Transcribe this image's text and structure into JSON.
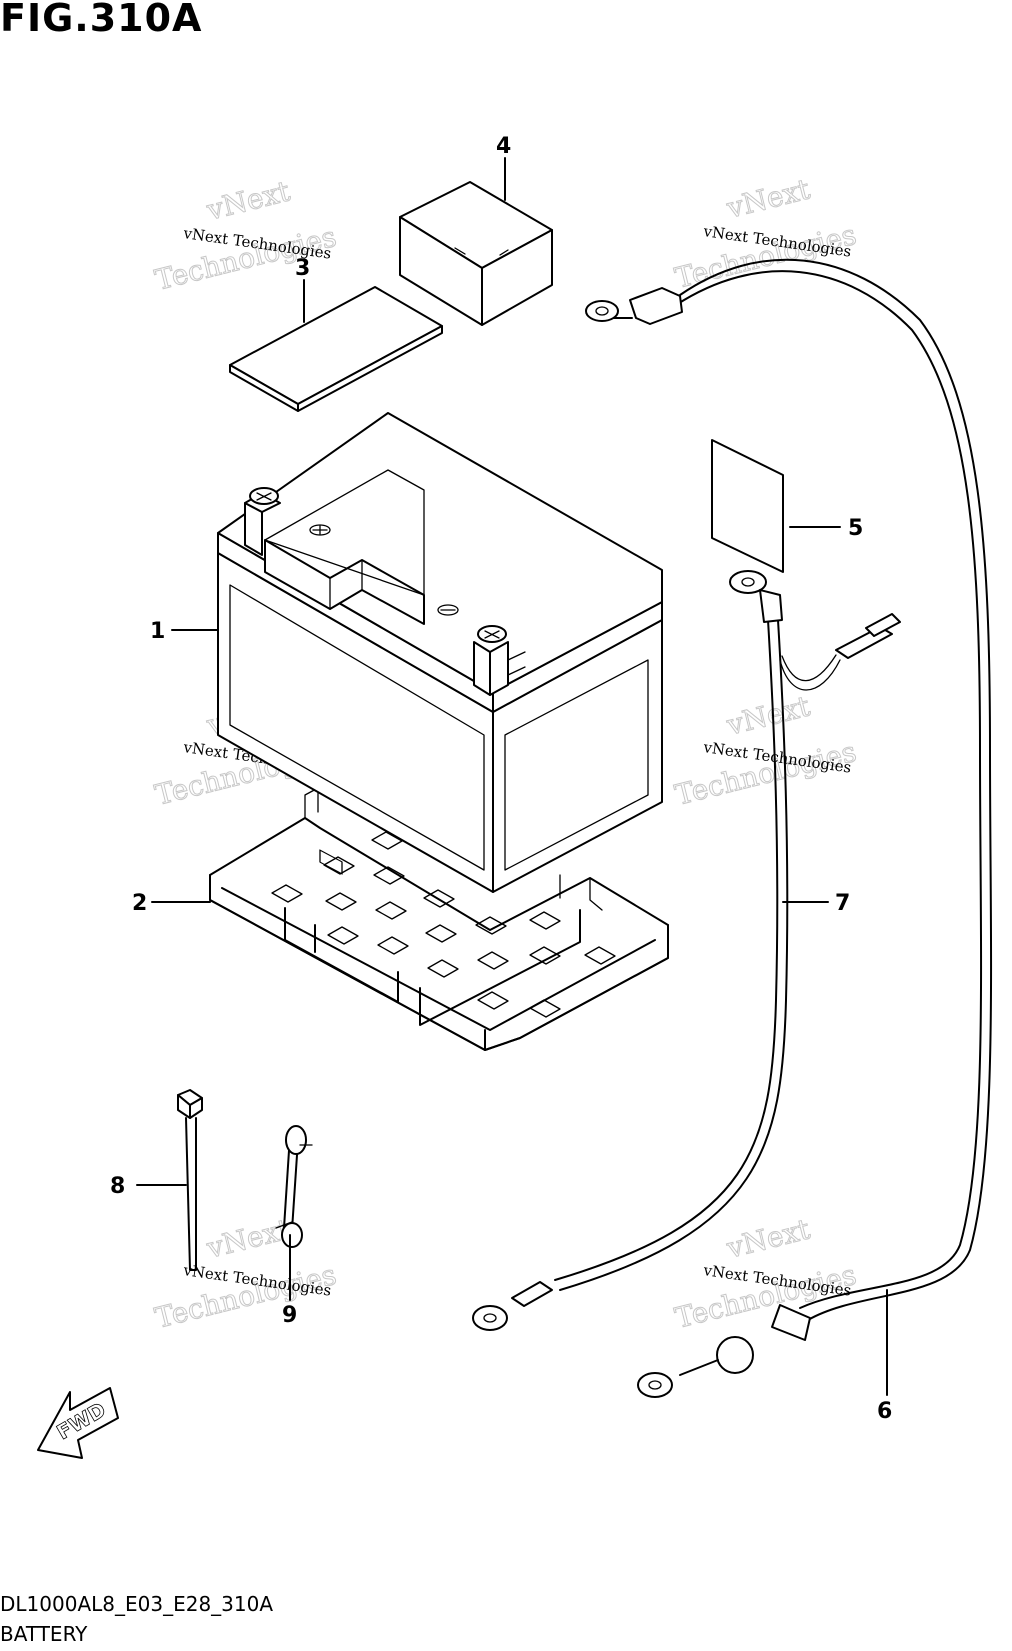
{
  "figure": {
    "title": "FIG.310A"
  },
  "callouts": [
    "1",
    "2",
    "3",
    "4",
    "5",
    "6",
    "7",
    "8",
    "9"
  ],
  "parts": [
    {
      "ref": "1",
      "icon": "battery-icon"
    },
    {
      "ref": "2",
      "icon": "battery-tray-icon"
    },
    {
      "ref": "3",
      "icon": "battery-pad-icon"
    },
    {
      "ref": "4",
      "icon": "rubber-block-icon"
    },
    {
      "ref": "5",
      "icon": "label-plate-icon"
    },
    {
      "ref": "6",
      "icon": "negative-lead-icon"
    },
    {
      "ref": "7",
      "icon": "positive-lead-icon"
    },
    {
      "ref": "8",
      "icon": "cable-tie-icon"
    },
    {
      "ref": "9",
      "icon": "clamp-icon"
    }
  ],
  "direction_marker": {
    "label": "FWD",
    "icon": "fwd-arrow-icon"
  },
  "watermark": {
    "line1": "vNext Technologies",
    "line2": "vNext",
    "line3": "Technologies"
  },
  "footer": {
    "code": "DL1000AL8_E03_E28_310A",
    "name": "BATTERY"
  }
}
